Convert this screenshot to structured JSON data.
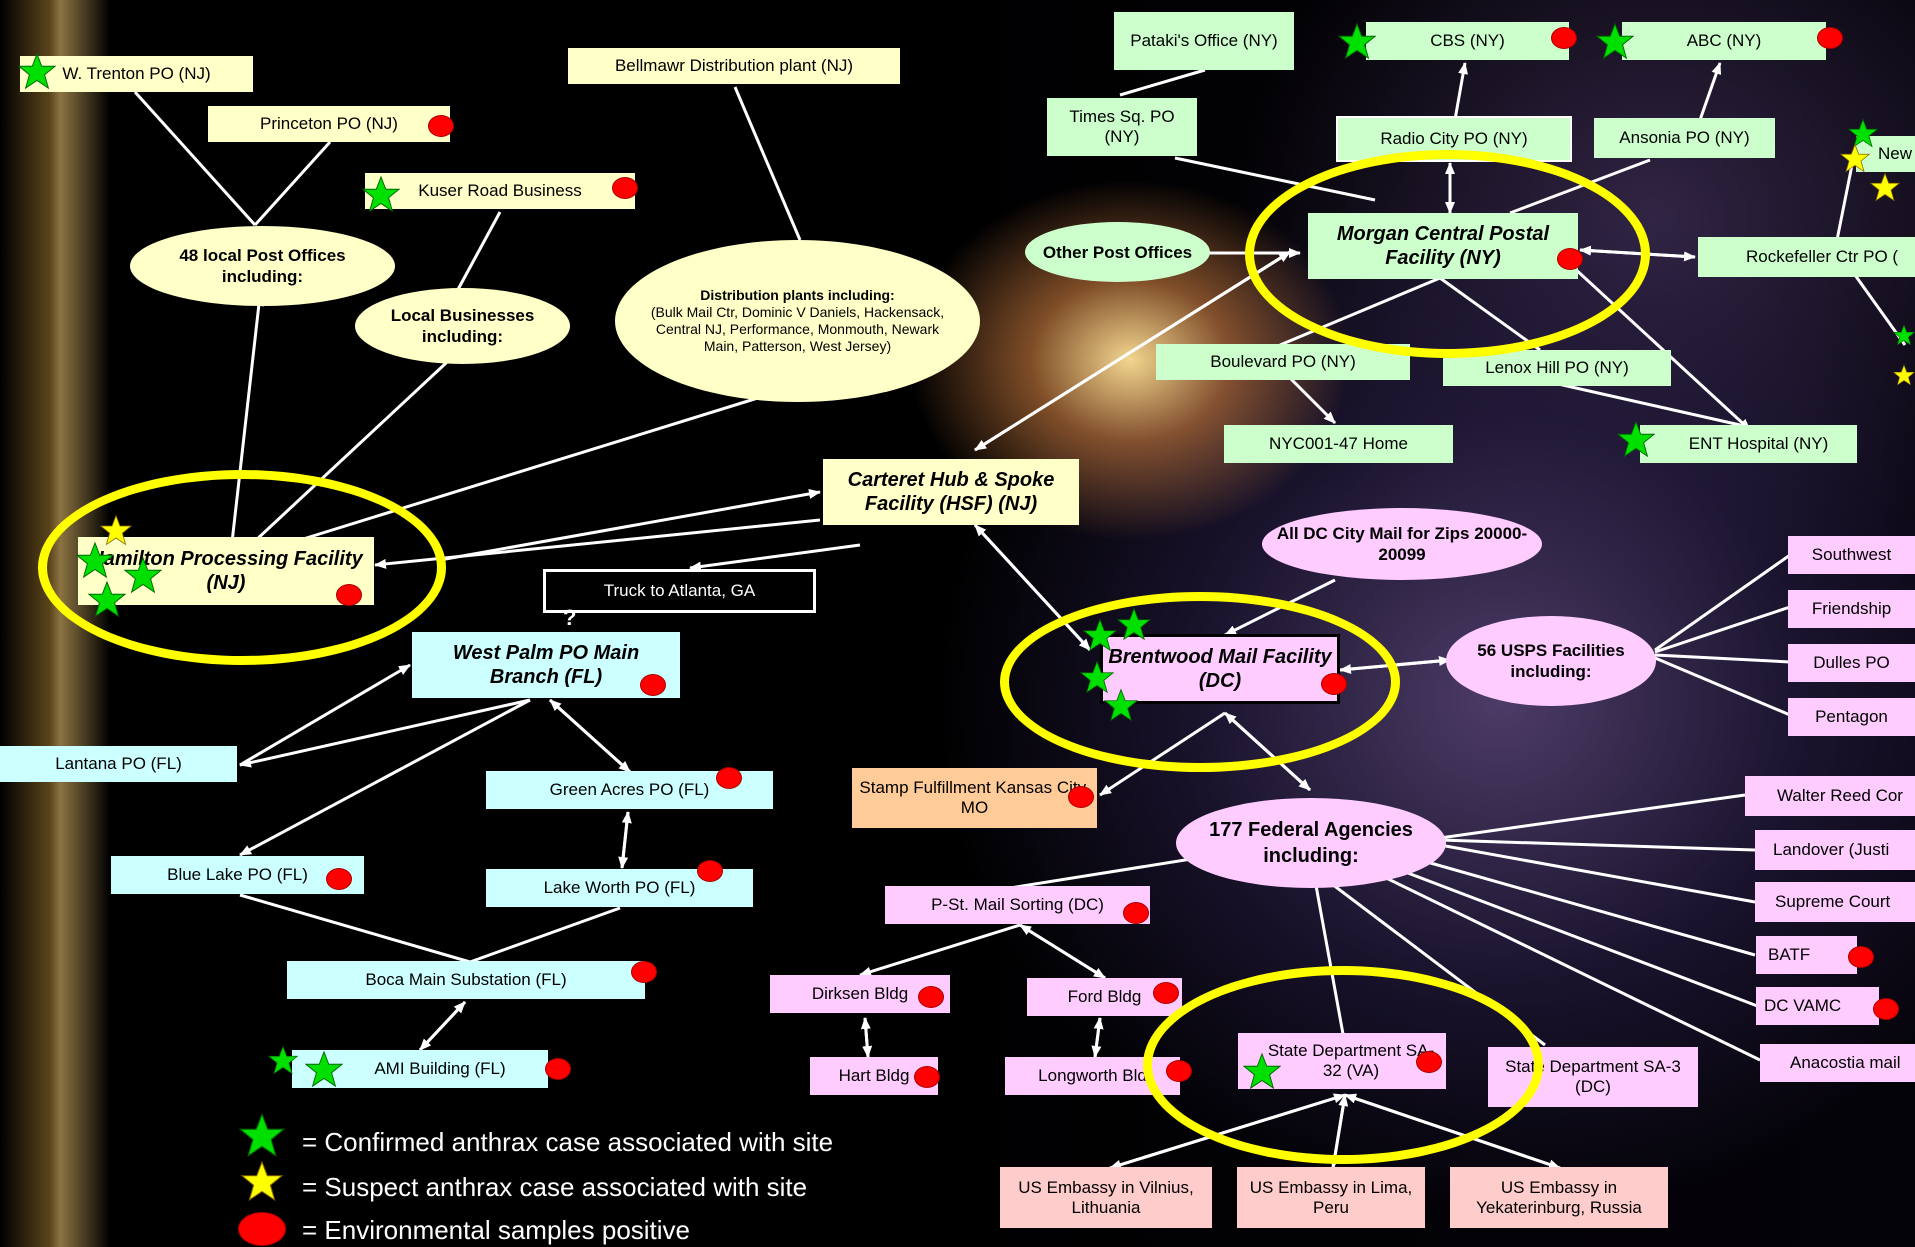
{
  "nodes": {
    "w_trenton": "W. Trenton PO (NJ)",
    "princeton": "Princeton PO (NJ)",
    "kuser": "Kuser Road Business",
    "bellmawr": "Bellmawr Distribution plant (NJ)",
    "local_po": "48 local Post Offices including:",
    "local_biz": "Local Businesses including:",
    "dist_plants_title": "Distribution plants including:",
    "dist_plants_list": "(Bulk Mail Ctr, Dominic V Daniels, Hackensack, Central NJ, Performance, Monmouth, Newark Main, Patterson, West Jersey)",
    "hamilton": "Hamilton Processing Facility (NJ)",
    "carteret": "Carteret Hub & Spoke Facility (HSF) (NJ)",
    "truck": "Truck to  Atlanta, GA",
    "question": "?",
    "west_palm": "West Palm PO Main Branch (FL)",
    "lantana": "Lantana PO (FL)",
    "green_acres": "Green Acres PO (FL)",
    "lake_worth": "Lake Worth PO (FL)",
    "blue_lake": "Blue Lake PO (FL)",
    "boca": "Boca Main Substation (FL)",
    "ami": "AMI Building (FL)",
    "pataki": "Pataki's Office (NY)",
    "cbs": "CBS (NY)",
    "abc": "ABC (NY)",
    "times_sq": "Times Sq. PO (NY)",
    "radio_city": "Radio City PO (NY)",
    "ansonia": "Ansonia PO (NY)",
    "new_partial": "New",
    "other_po": "Other Post Offices",
    "morgan": "Morgan Central Postal Facility (NY)",
    "rockefeller": "Rockefeller Ctr PO (",
    "boulevard": "Boulevard PO (NY)",
    "lenox": "Lenox Hill PO (NY)",
    "nyc_home": "NYC001-47 Home",
    "ent": "ENT Hospital (NY)",
    "all_dc": "All DC City Mail for Zips 20000-20099",
    "brentwood": "Brentwood Mail Facility (DC)",
    "usps56": "56 USPS Facilities including:",
    "southwest": "Southwest",
    "friendship": "Friendship",
    "dulles": "Dulles PO",
    "pentagon": "Pentagon",
    "stamp": "Stamp Fulfillment Kansas City, MO",
    "federal": "177 Federal Agencies including:",
    "walter_reed": "Walter Reed Cor",
    "landover": "Landover (Justi",
    "supreme": "Supreme Court",
    "batf": "BATF",
    "dc_vamc": "DC VAMC",
    "anacostia": "Anacostia mail",
    "p_st": "P-St. Mail Sorting (DC)",
    "dirksen": "Dirksen Bldg",
    "ford": "Ford Bldg",
    "hart": "Hart Bldg",
    "longworth": "Longworth Bld",
    "state_sa32": "State Department SA-32 (VA)",
    "state_sa3": "State Department SA-3 (DC)",
    "emb_vilnius": "US Embassy in Vilnius, Lithuania",
    "emb_lima": "US Embassy in Lima, Peru",
    "emb_yekat": "US Embassy in Yekaterinburg, Russia"
  },
  "legend": {
    "confirmed": "= Confirmed anthrax case associated with site",
    "suspect": "= Suspect anthrax case associated with site",
    "environmental": "= Environmental samples positive"
  },
  "colors": {
    "confirmed_star": "#00E000",
    "suspect_star": "#FFFF00",
    "env_dot": "#FF0000",
    "highlight_ring": "#FFFF00"
  }
}
